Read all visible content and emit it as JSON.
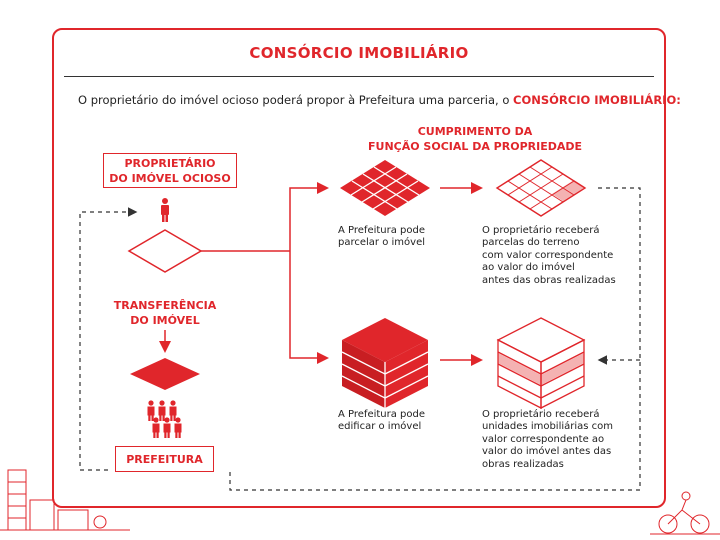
{
  "title": "CONSÓRCIO IMOBILIÁRIO",
  "intro": {
    "text": "O proprietário do imóvel ocioso poderá propor à Prefeitura uma parceria, o ",
    "highlight": "CONSÓRCIO IMOBILIÁRIO:"
  },
  "header_right": {
    "line1": "CUMPRIMENTO DA",
    "line2": "FUNÇÃO SOCIAL DA PROPRIEDADE"
  },
  "left_flow": {
    "owner_line1": "PROPRIETÁRIO",
    "owner_line2": "DO IMÓVEL OCIOSO",
    "transfer_line1": "TRANSFERÊNCIA",
    "transfer_line2": "DO IMÓVEL",
    "city_hall": "PREFEITURA"
  },
  "top_row": {
    "city_text": [
      "A Prefeitura pode",
      "parcelar o imóvel"
    ],
    "owner_text": [
      "O proprietário receberá",
      "parcelas do terreno",
      "com valor correspondente",
      "ao valor do imóvel",
      "antes das obras realizadas"
    ]
  },
  "bottom_row": {
    "city_text": [
      "A Prefeitura pode",
      "edificar o imóvel"
    ],
    "owner_text": [
      "O proprietário receberá",
      "unidades imobiliárias com",
      "valor correspondente ao",
      "valor do imóvel antes das",
      "obras realizadas"
    ]
  },
  "colors": {
    "accent": "#e0262b",
    "light_accent": "#f4b2b2",
    "text": "#222222"
  },
  "icons": [
    "person-icon",
    "group-icon",
    "diamond-icon",
    "grid-parcel-icon",
    "cube-building-icon",
    "arrow-icon"
  ]
}
